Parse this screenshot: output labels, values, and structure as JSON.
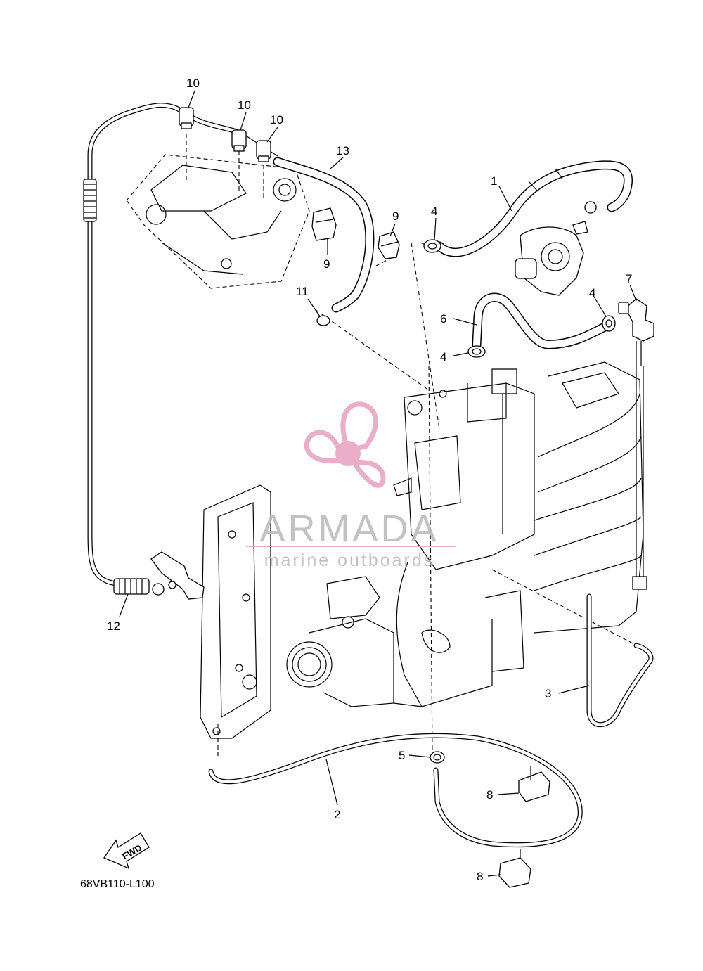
{
  "diagram_code": "68VB110-L100",
  "fwd_badge": "FWD",
  "watermark": {
    "brand": "ARMADA",
    "tagline": "marine outboards",
    "accent_color": "#e8a0c0",
    "text_color": "#b8b8b8"
  },
  "callouts": [
    "1",
    "2",
    "3",
    "4",
    "4",
    "4",
    "5",
    "6",
    "7",
    "8",
    "8",
    "9",
    "9",
    "10",
    "10",
    "10",
    "11",
    "12",
    "13"
  ]
}
